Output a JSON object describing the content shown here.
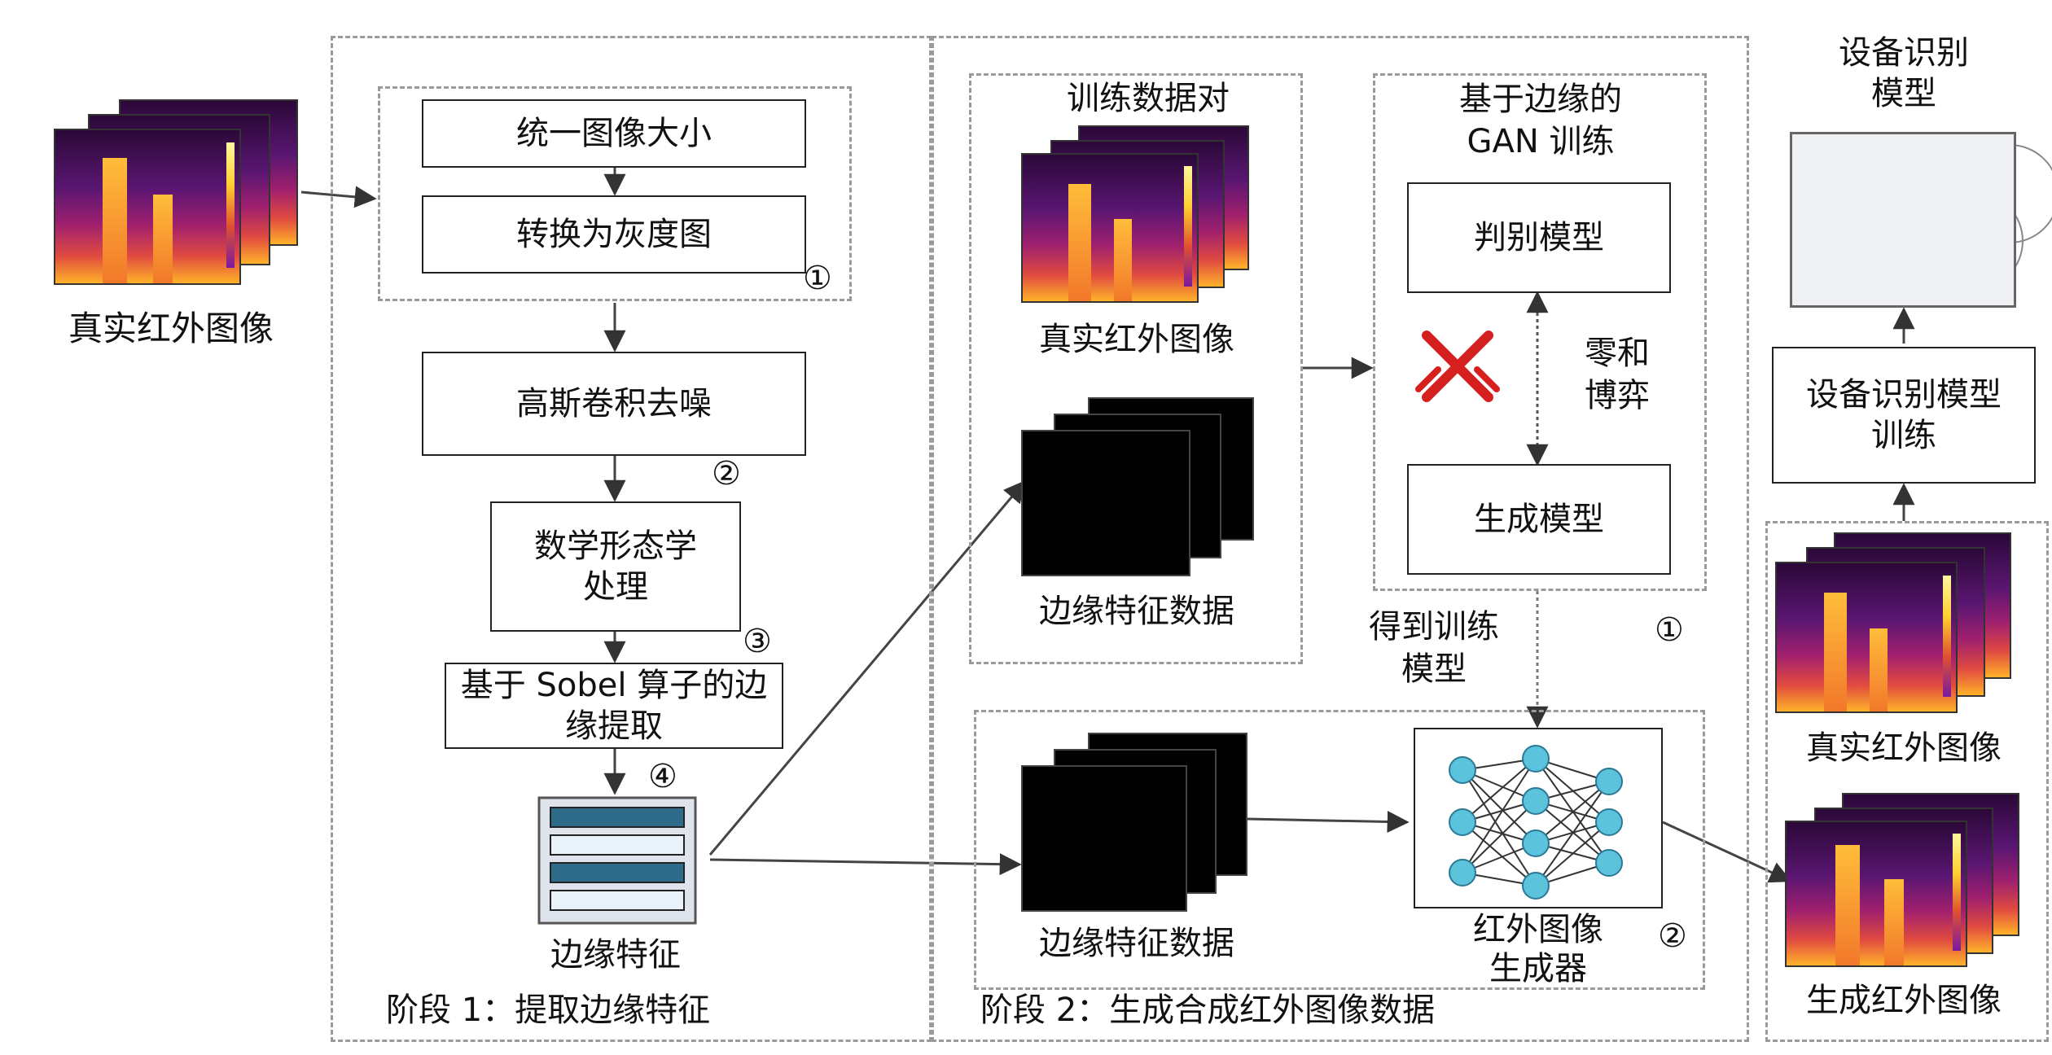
{
  "input": {
    "caption": "真实红外图像"
  },
  "stage1": {
    "label": "阶段 1：提取边缘特征",
    "steps": {
      "resize": "统一图像大小",
      "gray": "转换为灰度图",
      "denoise": "高斯卷积去噪",
      "morph": "数学形态学处理",
      "sobel": "基于 Sobel 算子的边缘提取"
    },
    "markers": {
      "m1": "①",
      "m2": "②",
      "m3": "③",
      "m4": "④"
    },
    "feature_caption": "边缘特征"
  },
  "stage2": {
    "label": "阶段 2：生成合成红外图像数据",
    "pairs": {
      "title": "训练数据对",
      "real_caption": "真实红外图像",
      "edge_caption": "边缘特征数据"
    },
    "gan": {
      "title": "基于边缘的 GAN 训练",
      "discriminator": "判别模型",
      "generator_model": "生成模型",
      "zero_sum": "零和博弈",
      "marker": "①"
    },
    "obtain_model": "得到训练模型",
    "gen": {
      "edge_caption": "边缘特征数据",
      "generator_caption": "红外图像生成器",
      "marker": "②"
    }
  },
  "stage3": {
    "model_title": "设备识别模型",
    "training": "设备识别模型训练",
    "real_caption": "真实红外图像",
    "synthetic_caption": "生成红外图像"
  }
}
